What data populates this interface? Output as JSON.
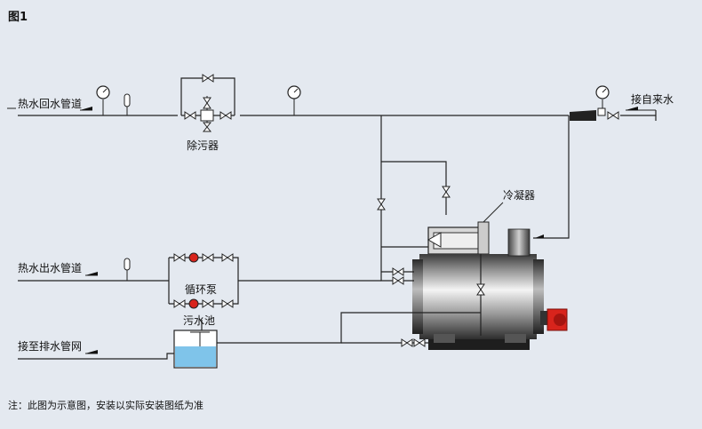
{
  "figure_label": "图1",
  "labels": {
    "hot_water_return": "热水回水管道",
    "tap_water": "接自来水",
    "desilter": "除污器",
    "condenser": "冷凝器",
    "hot_water_supply": "热水出水管道",
    "circulation_pump": "循环泵",
    "sewage_pool": "污水池",
    "drain_network": "接至排水管网"
  },
  "note": "注：此图为示意图，安装以实际安装图纸为准",
  "colors": {
    "background": "#e4e9f0",
    "pipe": "#222222",
    "water": "#7fc4ea",
    "burner": "#d8241c",
    "pump": "#d8241c"
  },
  "icons": [
    "pressure-gauge-icon",
    "thermometer-icon",
    "valve-icon",
    "check-valve-icon",
    "pump-icon",
    "burner-icon",
    "boiler-icon"
  ]
}
